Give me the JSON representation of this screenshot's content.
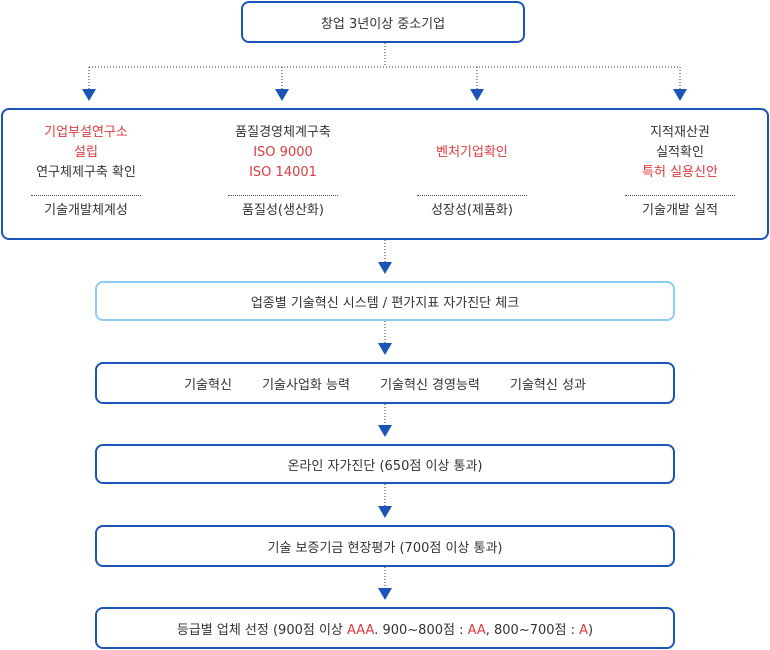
{
  "top": {
    "label": "창업 3년이상 중소기업"
  },
  "criteria": [
    {
      "lines": [
        {
          "text": "기업부설연구소",
          "highlight": true
        },
        {
          "text": "설립",
          "highlight": true
        },
        {
          "text": "연구체제구축 확인",
          "highlight": false
        }
      ],
      "footer": "기술개발체계성"
    },
    {
      "lines": [
        {
          "text": "품질경영체계구축",
          "highlight": false
        },
        {
          "text": "ISO 9000",
          "highlight": true
        },
        {
          "text": "ISO 14001",
          "highlight": true
        }
      ],
      "footer": "품질성(생산화)"
    },
    {
      "lines": [
        {
          "text": "벤처기업확인",
          "highlight": true
        }
      ],
      "footer": "성장성(제품화)"
    },
    {
      "lines": [
        {
          "text": "지적재산권",
          "highlight": false
        },
        {
          "text": "실적확인",
          "highlight": false
        },
        {
          "text": "특허 실용신안",
          "highlight": true
        }
      ],
      "footer": "기술개발 실적"
    }
  ],
  "steps": {
    "check": "업종별 기술혁신 시스템 / 편가지표 자가진단 체크",
    "items": [
      "기술혁신",
      "기술사업화 능력",
      "기술혁신 경영능력",
      "기술혁신 성과"
    ],
    "online": "온라인 자가진단 (650점 이상 통과)",
    "onsite": "기술 보증기금 현장평가 (700점 이상 통과)",
    "grade": {
      "prefix": "등급별 업체 선정 (900점 이상 ",
      "aaa": "AAA",
      "mid1": ". 900~800점 : ",
      "aa": "AA",
      "mid2": ", 800~700점 : ",
      "a": "A",
      "suffix": ")"
    }
  },
  "colors": {
    "border": "#1b55b8",
    "light_border": "#8ecdf0",
    "arrow": "#1b55b8",
    "highlight": "#e0393e",
    "text": "#333333"
  }
}
